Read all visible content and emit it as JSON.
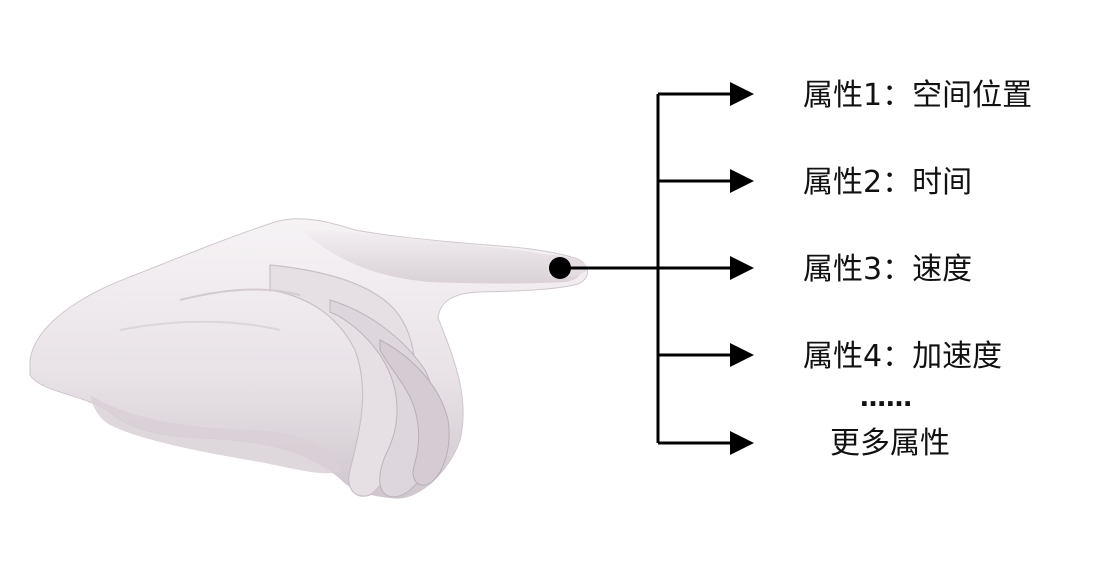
{
  "attributes": [
    {
      "label": "属性1：空间位置"
    },
    {
      "label": "属性2：时间"
    },
    {
      "label": "属性3：速度"
    },
    {
      "label": "属性4：加速度"
    }
  ],
  "ellipsis": "……",
  "more_label": "更多属性",
  "colors": {
    "line": "#000000",
    "text": "#111111",
    "hand_light": "#f2eef1",
    "hand_mid": "#ddd6dc",
    "hand_dark": "#b8afb6"
  },
  "icons": {
    "hand": "pointing-hand-icon",
    "origin": "dot-icon",
    "arrows": "arrow-right-icon"
  }
}
